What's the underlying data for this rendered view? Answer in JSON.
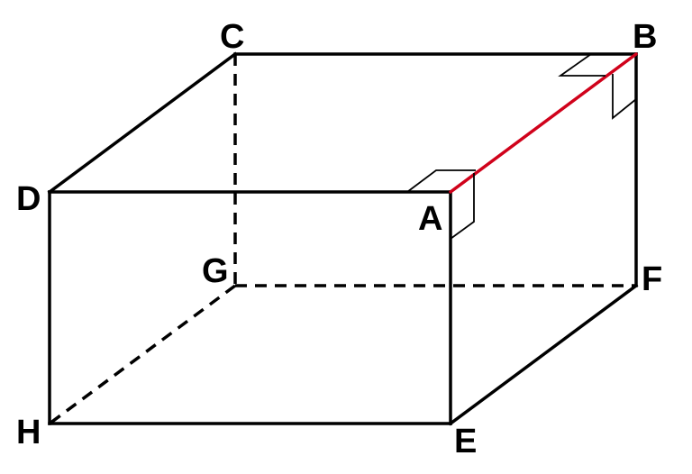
{
  "diagram": {
    "type": "rectangular-prism",
    "vertices": {
      "A": "A",
      "B": "B",
      "C": "C",
      "D": "D",
      "E": "E",
      "F": "F",
      "G": "G",
      "H": "H"
    },
    "highlighted_edge": "AB",
    "right_angle_markers": [
      "A",
      "B"
    ],
    "hidden_edges": [
      "CG",
      "GF",
      "GH"
    ],
    "colors": {
      "edge": "#000000",
      "highlight": "#d0021b",
      "background": "#ffffff"
    }
  }
}
